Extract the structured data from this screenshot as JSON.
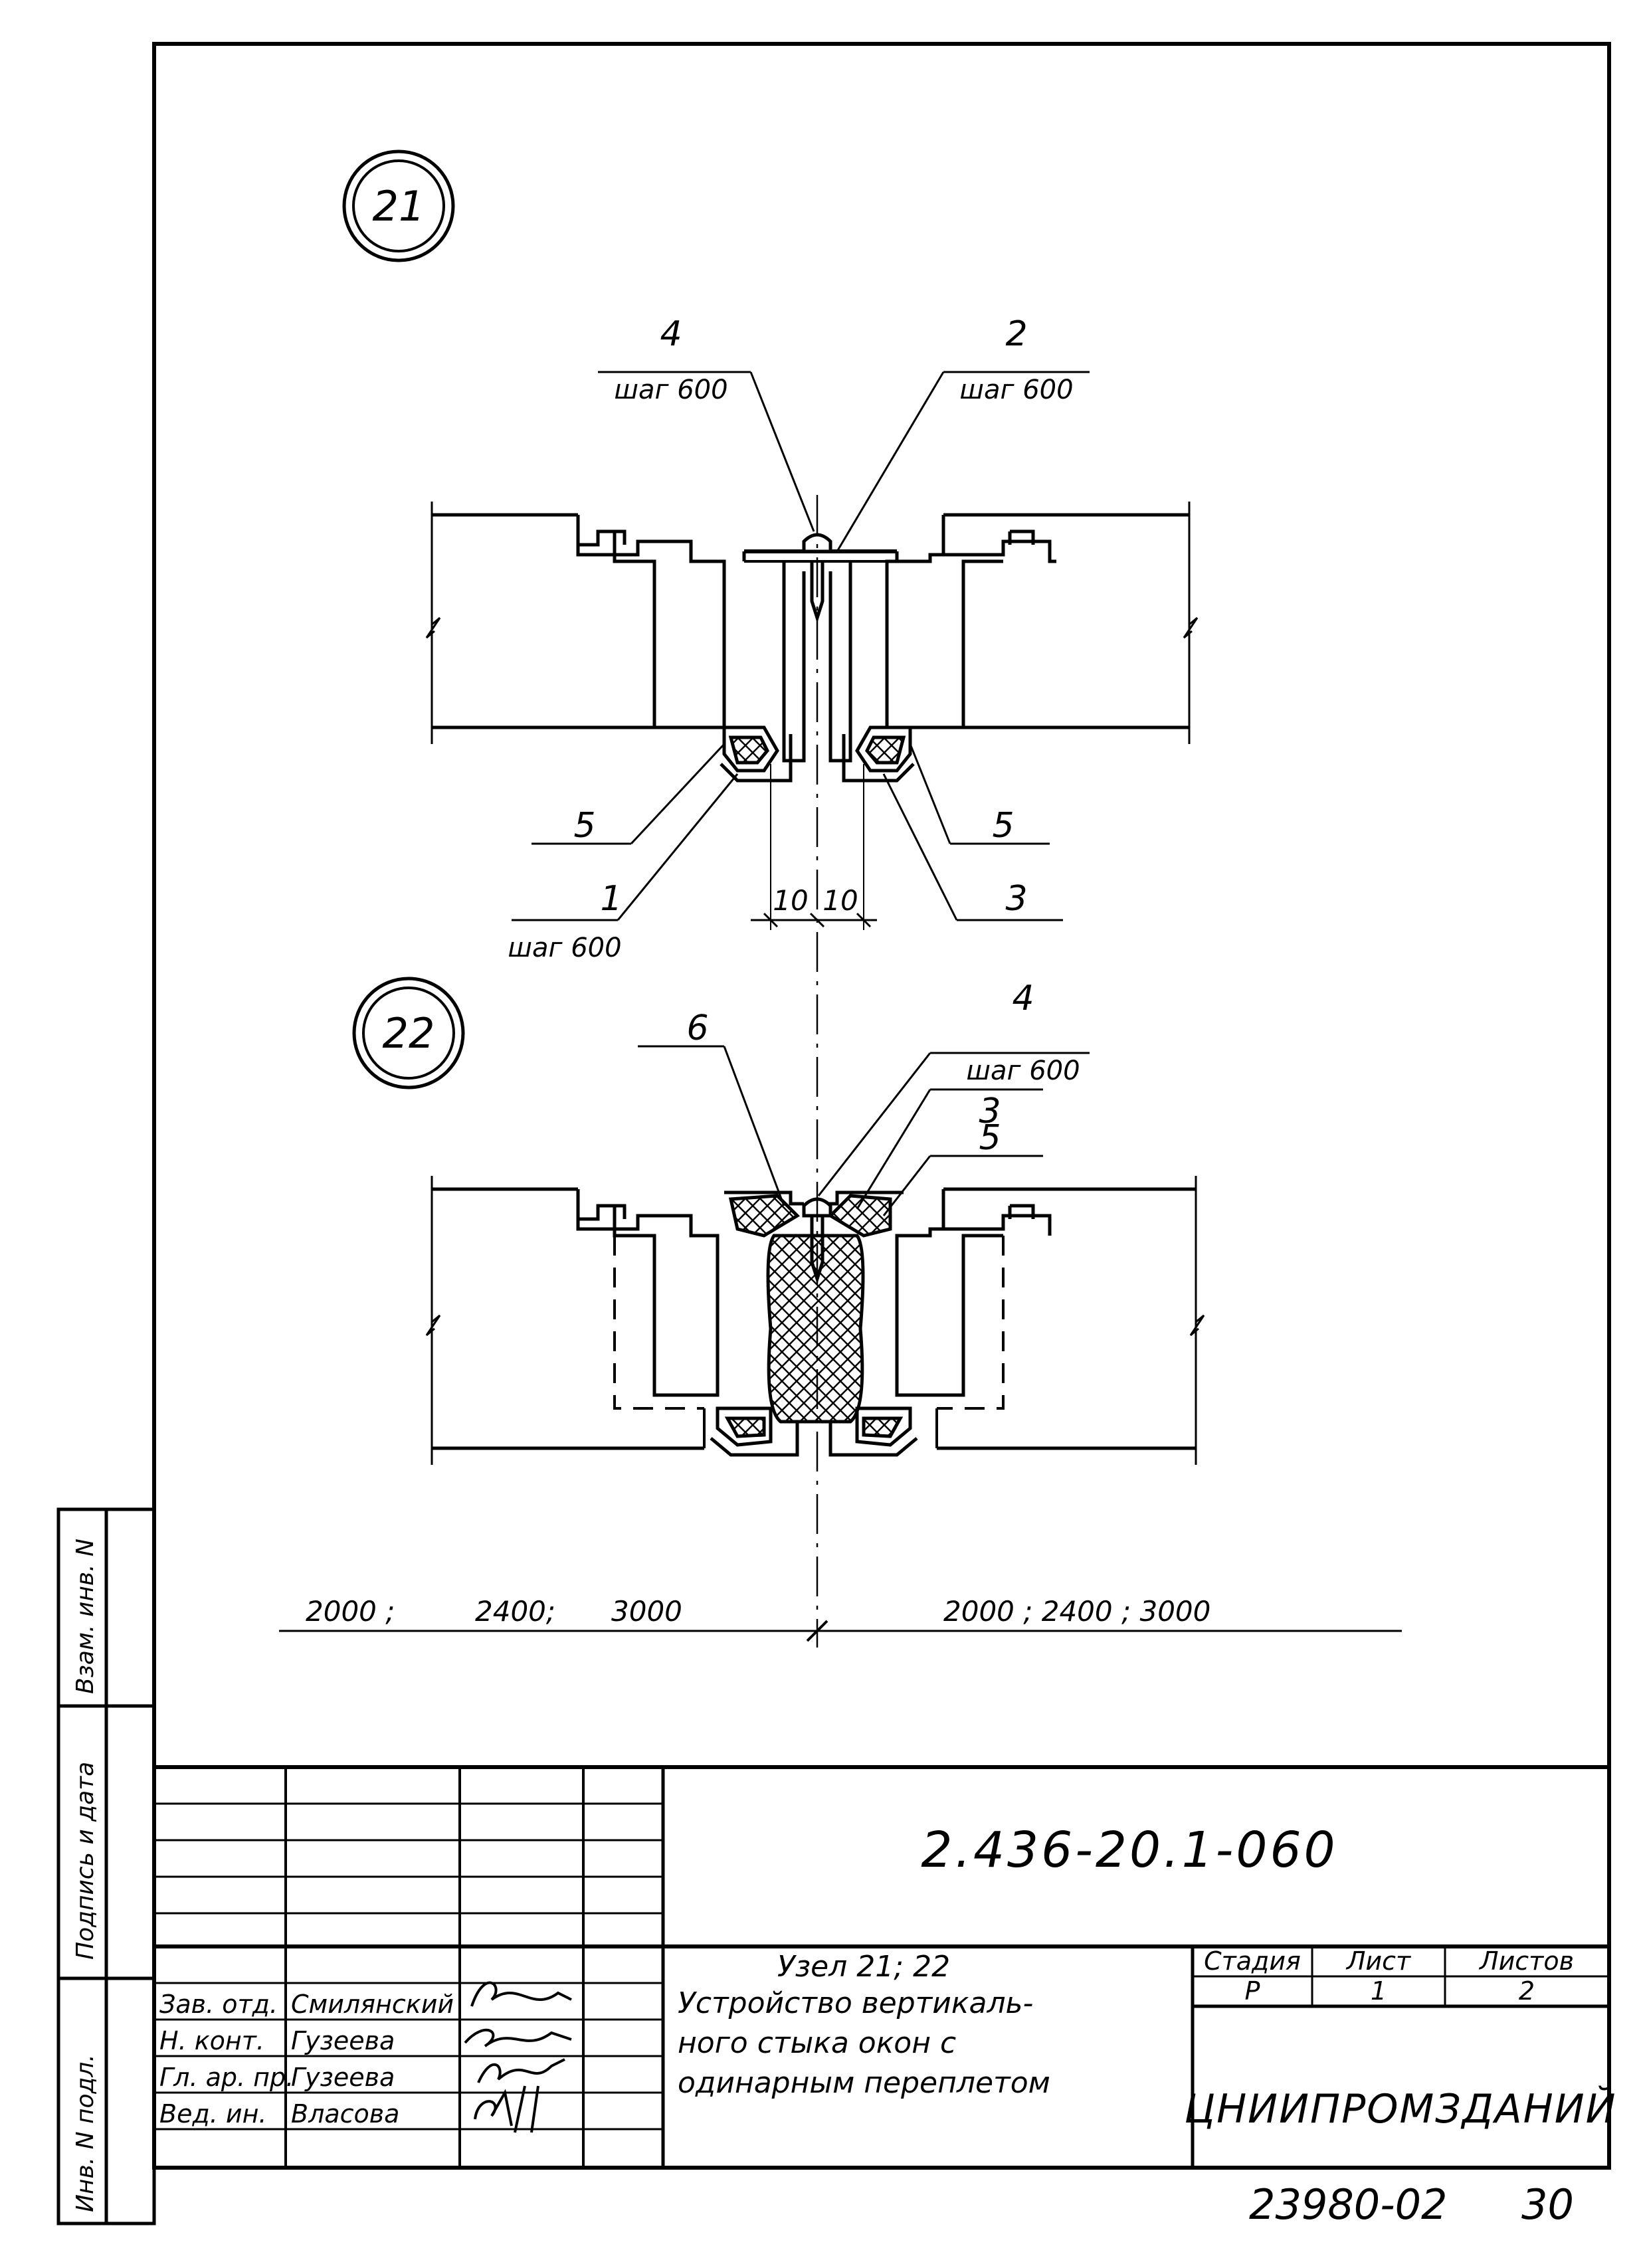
{
  "nodes": {
    "n21": {
      "id": "21",
      "callouts": [
        {
          "num": "4",
          "sub": "шаг 600"
        },
        {
          "num": "2",
          "sub": "шаг 600"
        },
        {
          "num": "5",
          "sub": ""
        },
        {
          "num": "5",
          "sub": ""
        },
        {
          "num": "1",
          "sub": "шаг 600"
        },
        {
          "num": "3",
          "sub": ""
        }
      ],
      "dims": [
        "10",
        "10"
      ]
    },
    "n22": {
      "id": "22",
      "callouts": [
        {
          "num": "6",
          "sub": ""
        },
        {
          "num": "4",
          "sub": "шаг 600"
        },
        {
          "num": "3",
          "sub": ""
        },
        {
          "num": "5",
          "sub": ""
        }
      ]
    }
  },
  "spans": {
    "left": [
      "2000 ;",
      "2400;",
      "3000"
    ],
    "right": "2000 ; 2400 ; 3000"
  },
  "side_stamp": [
    "Взам. инв. N",
    "Подпись и дата",
    "Инв. N подл."
  ],
  "title_block": {
    "doc_code": "2.436-20.1-060",
    "title_lines": [
      "Узел 21; 22",
      "Устройство вертикаль-",
      "ного стыка окон с",
      "одинарным переплетом"
    ],
    "headers": {
      "stage": "Стадия",
      "sheet": "Лист",
      "sheets": "Листов"
    },
    "values": {
      "stage": "Р",
      "sheet": "1",
      "sheets": "2"
    },
    "organization": "ЦНИИПРОМЗДАНИЙ",
    "signers": [
      {
        "role": "Зав. отд.",
        "name": "Смилянский"
      },
      {
        "role": "Н. конт.",
        "name": "Гузеева"
      },
      {
        "role": "Гл. ар. пр.",
        "name": "Гузеева"
      },
      {
        "role": "Вед. ин.",
        "name": "Власова"
      }
    ]
  },
  "sheet_number": "23980-02",
  "page_number": "30"
}
